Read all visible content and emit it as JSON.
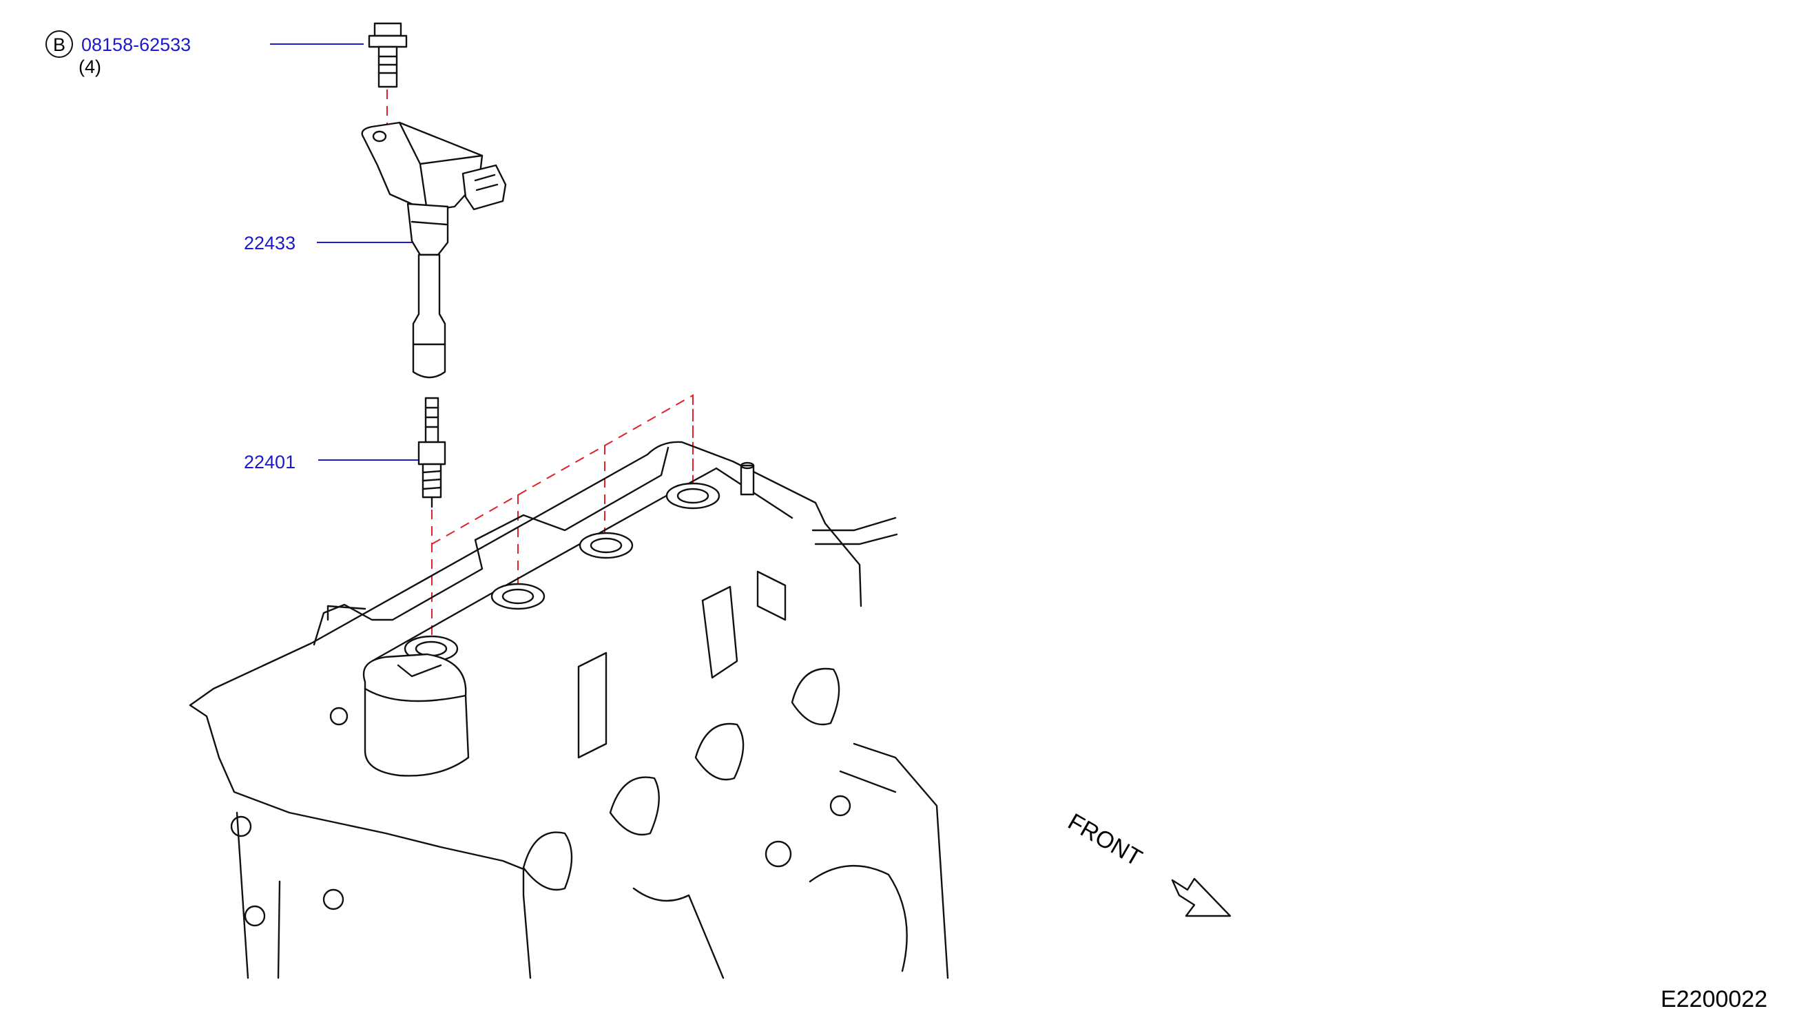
{
  "callouts": {
    "bolt": {
      "ref_letter": "B",
      "part_number": "08158-62533",
      "quantity": "(4)"
    },
    "ignition_coil": {
      "part_number": "22433"
    },
    "spark_plug": {
      "part_number": "22401"
    }
  },
  "direction_label": "FRONT",
  "illustration_code": "E2200022",
  "colors": {
    "part_link": "#1a1acc",
    "guide_dash": "#e0202a",
    "line_art": "#111111"
  }
}
